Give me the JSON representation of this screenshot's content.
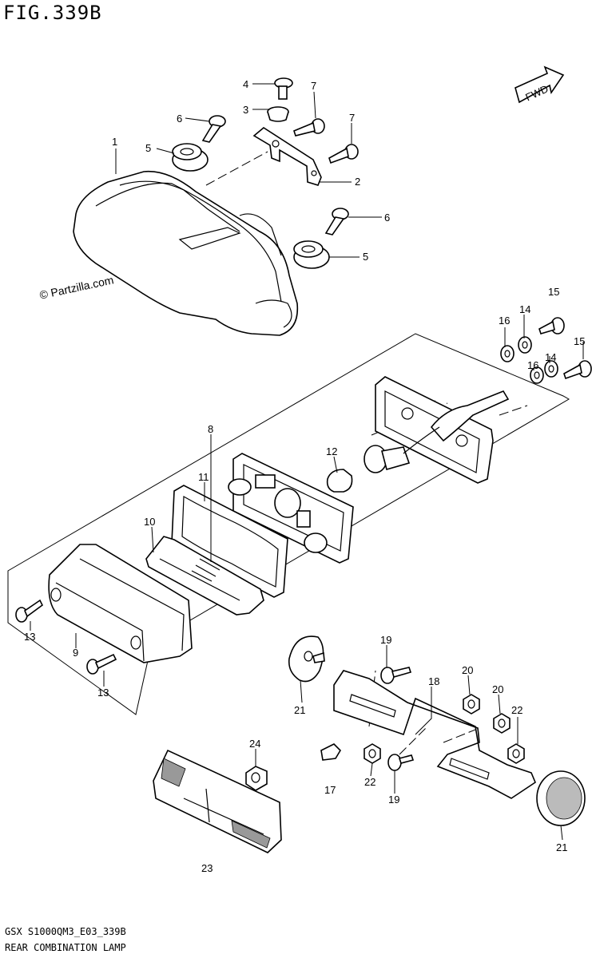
{
  "header": {
    "figure_title": "FIG.339B"
  },
  "watermark": "© Partzilla.com",
  "fwd_label": "FWD",
  "callouts": {
    "c1": "1",
    "c2": "2",
    "c3": "3",
    "c4": "4",
    "c5a": "5",
    "c5b": "5",
    "c6a": "6",
    "c6b": "6",
    "c7a": "7",
    "c7b": "7",
    "c8": "8",
    "c9": "9",
    "c10": "10",
    "c11": "11",
    "c12": "12",
    "c13a": "13",
    "c13b": "13",
    "c14a": "14",
    "c14b": "14",
    "c15a": "15",
    "c15b": "15",
    "c16a": "16",
    "c16b": "16",
    "c17": "17",
    "c18": "18",
    "c19a": "19",
    "c19b": "19",
    "c20a": "20",
    "c20b": "20",
    "c21a": "21",
    "c21b": "21",
    "c22a": "22",
    "c22b": "22",
    "c23": "23",
    "c24": "24"
  },
  "footer": {
    "diagram_code": "GSX  S1000QM3_E03_339B",
    "assembly_name": "REAR COMBINATION LAMP"
  }
}
